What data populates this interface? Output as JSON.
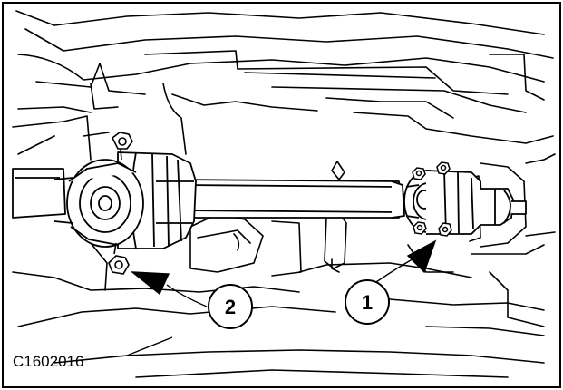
{
  "figure_code": "C1602016",
  "callouts": [
    {
      "label": "1"
    },
    {
      "label": "2"
    }
  ],
  "colors": {
    "ink": "#000000",
    "paper": "#ffffff"
  }
}
